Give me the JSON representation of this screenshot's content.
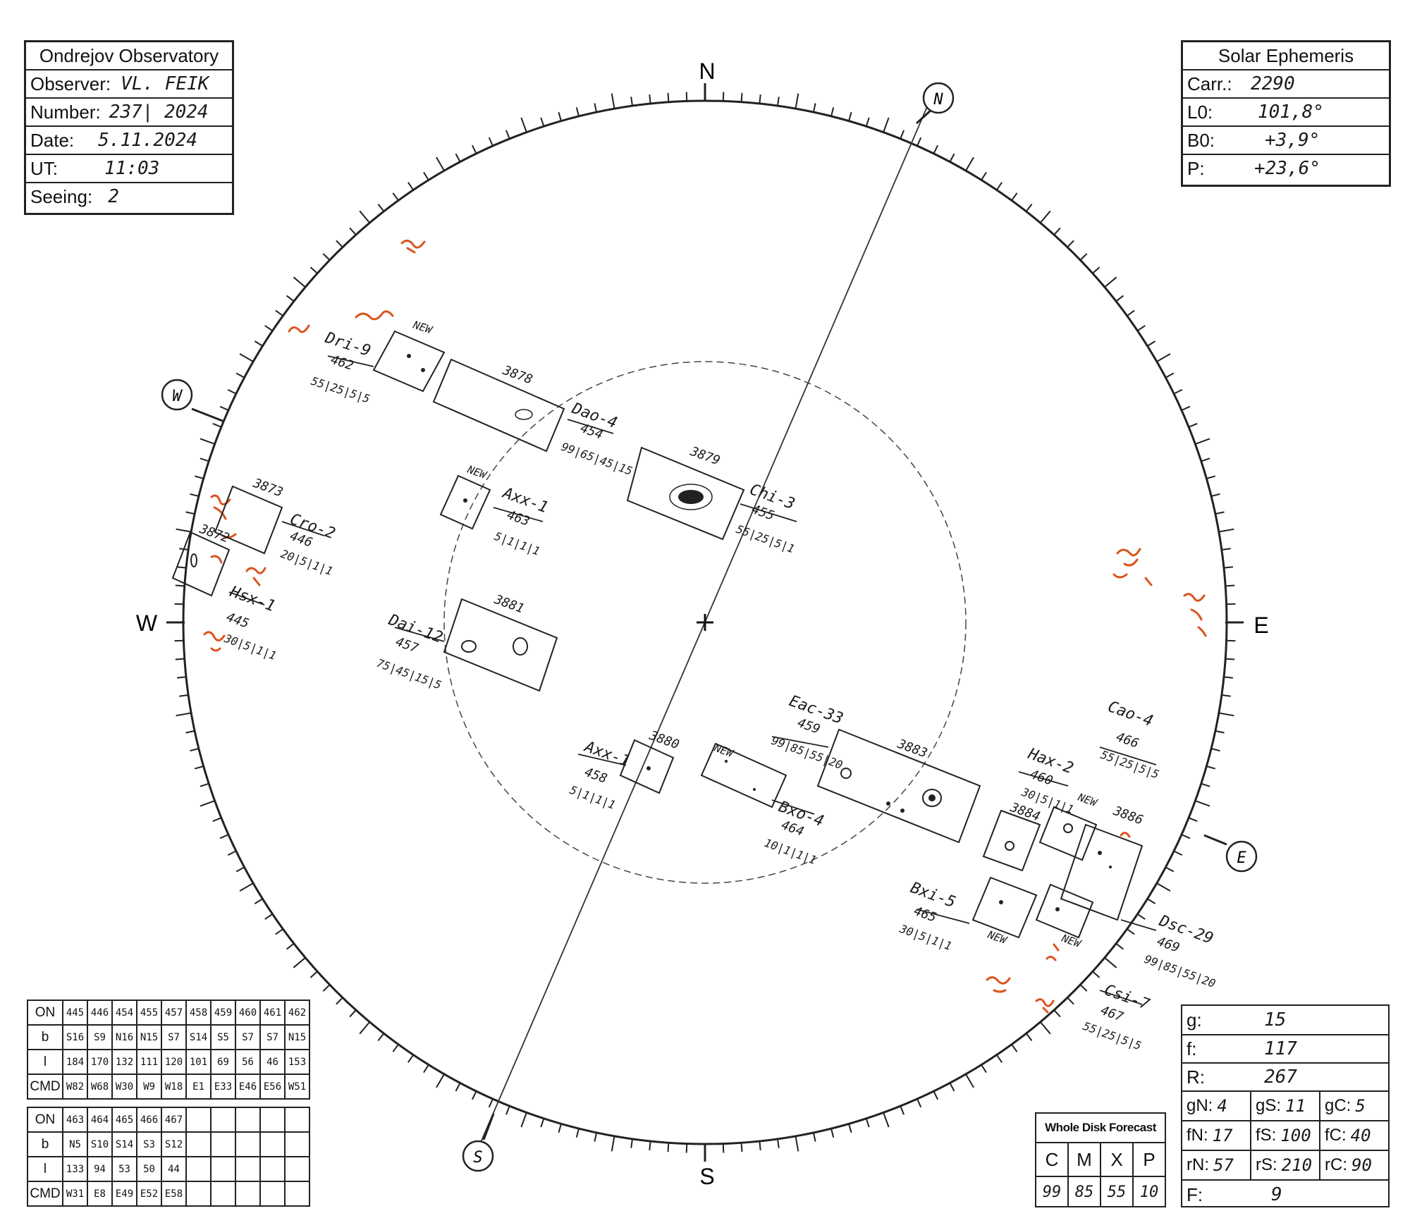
{
  "observatory": {
    "title": "Ondrejov Observatory",
    "rows": [
      {
        "label": "Observer:",
        "value": "VL. FEIK"
      },
      {
        "label": "Number:",
        "value": "237| 2024"
      },
      {
        "label": "Date:",
        "value": "5.11.2024"
      },
      {
        "label": "UT:",
        "value": "11:03"
      },
      {
        "label": "Seeing:",
        "value": "2"
      }
    ]
  },
  "ephemeris": {
    "title": "Solar Ephemeris",
    "rows": [
      {
        "label": "Carr.:",
        "value": "2290"
      },
      {
        "label": "L0:",
        "value": "101,8°"
      },
      {
        "label": "B0:",
        "value": "+3,9°"
      },
      {
        "label": "P:",
        "value": "+23,6°"
      }
    ]
  },
  "directions": {
    "n": "N",
    "s": "S",
    "e": "E",
    "w": "W",
    "n_circle": "N",
    "s_circle": "S",
    "e_circle": "E",
    "w_circle": "W"
  },
  "groups": [
    {
      "id": "dri",
      "class": "Dri-9",
      "on": "462",
      "nums": "55|25|5|5",
      "tag": "NEW"
    },
    {
      "id": "r3878",
      "region": "3878",
      "class": "Dao-4",
      "on": "454",
      "nums": "99|65|45|15"
    },
    {
      "id": "axx463",
      "class": "Axx-1",
      "on": "463",
      "nums": "5|1|1|1",
      "tag": "NEW"
    },
    {
      "id": "r3879",
      "region": "3879",
      "class": "Chi-3",
      "on": "455",
      "nums": "55|25|5|1"
    },
    {
      "id": "r3873",
      "region": "3873",
      "class": "Cro-2",
      "on": "446",
      "nums": "20|5|1|1"
    },
    {
      "id": "r3872",
      "region": "3872",
      "class": "Hsx-1",
      "on": "445",
      "nums": "30|5|1|1"
    },
    {
      "id": "r3881",
      "region": "3881",
      "class": "Dai-12",
      "on": "457",
      "nums": "75|45|15|5"
    },
    {
      "id": "r3880",
      "region": "3880",
      "class": "Axx-1",
      "on": "458",
      "nums": "5|1|1|1"
    },
    {
      "id": "bxo464",
      "class": "Bxo-4",
      "on": "464",
      "nums": "10|1|1|1",
      "tag": "NEW"
    },
    {
      "id": "r3883",
      "region": "3883",
      "class": "Eac-33",
      "on": "459",
      "nums": "99|85|55|20"
    },
    {
      "id": "r3884",
      "region": "3884",
      "class": "Hax-2",
      "on": "460",
      "nums": "30|5|1|1"
    },
    {
      "id": "r3886",
      "region": "3886",
      "class": "Cao-4",
      "on": "466",
      "nums": "55|25|5|5",
      "tag": "NEW"
    },
    {
      "id": "bxi465",
      "class": "Bxi-5",
      "on": "465",
      "nums": "30|5|1|1",
      "tag": "NEW"
    },
    {
      "id": "dsc469",
      "class": "Dsc-29",
      "on": "469",
      "nums": "99|85|55|20",
      "tag": "NEW"
    },
    {
      "id": "csi467",
      "class": "Csi-7",
      "on": "467",
      "nums": "55|25|5|5"
    }
  ],
  "table1": {
    "headers": [
      "ON",
      "b",
      "l",
      "CMD"
    ],
    "rows": [
      [
        "445",
        "446",
        "454",
        "455",
        "457",
        "458",
        "459",
        "460",
        "461",
        "462"
      ],
      [
        "S16",
        "S9",
        "N16",
        "N15",
        "S7",
        "S14",
        "S5",
        "S7",
        "S7",
        "N15"
      ],
      [
        "184",
        "170",
        "132",
        "111",
        "120",
        "101",
        "69",
        "56",
        "46",
        "153"
      ],
      [
        "W82",
        "W68",
        "W30",
        "W9",
        "W18",
        "E1",
        "E33",
        "E46",
        "E56",
        "W51"
      ]
    ]
  },
  "table2": {
    "headers": [
      "ON",
      "b",
      "l",
      "CMD"
    ],
    "rows": [
      [
        "463",
        "464",
        "465",
        "466",
        "467",
        "",
        "",
        "",
        "",
        ""
      ],
      [
        "N5",
        "S10",
        "S14",
        "S3",
        "S12",
        "",
        "",
        "",
        "",
        ""
      ],
      [
        "133",
        "94",
        "53",
        "50",
        "44",
        "",
        "",
        "",
        "",
        ""
      ],
      [
        "W31",
        "E8",
        "E49",
        "E52",
        "E58",
        "",
        "",
        "",
        "",
        ""
      ]
    ]
  },
  "forecast": {
    "title": "Whole Disk Forecast",
    "labels": [
      "C",
      "M",
      "X",
      "P"
    ],
    "values": [
      "99",
      "85",
      "55",
      "10"
    ]
  },
  "counts": {
    "g_label": "g:",
    "g": "15",
    "f_label": "f:",
    "f": "117",
    "r_label": "R:",
    "r": "267",
    "gn_label": "gN:",
    "gn": "4",
    "gs_label": "gS:",
    "gs": "11",
    "gc_label": "gC:",
    "gc": "5",
    "fn_label": "fN:",
    "fn": "17",
    "fs_label": "fS:",
    "fs": "100",
    "fc_label": "fC:",
    "fc": "40",
    "rn_label": "rN:",
    "rn": "57",
    "rs_label": "rS:",
    "rs": "210",
    "rc_label": "rC:",
    "rc": "90",
    "F_label": "F:",
    "F": "9"
  },
  "colors": {
    "ink": "#222222",
    "plage": "#d9541e",
    "pencil": "#333333"
  }
}
